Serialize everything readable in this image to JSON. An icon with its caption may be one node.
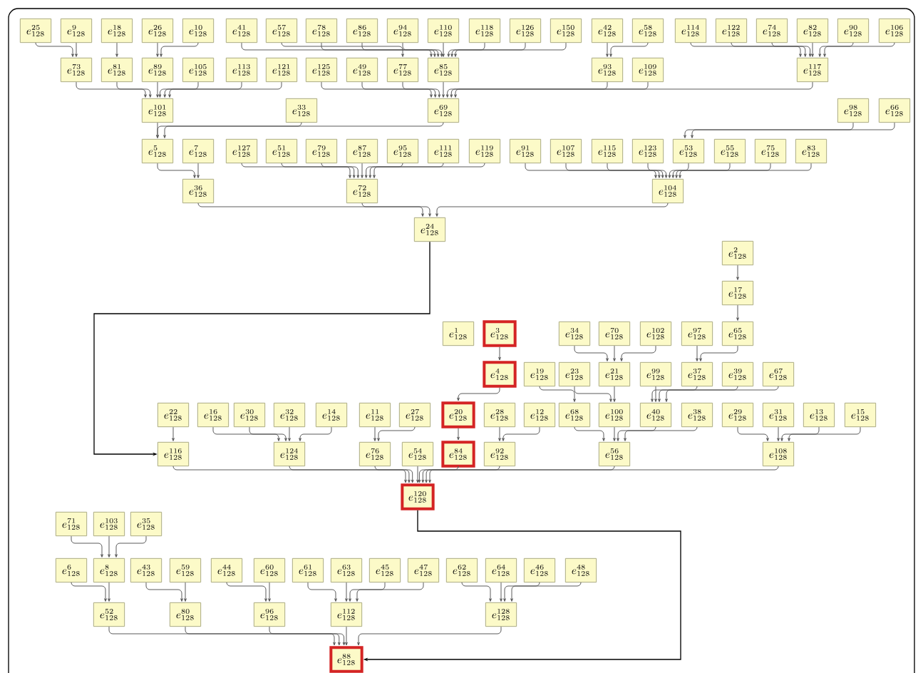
{
  "diagram": {
    "nodes": [
      {
        "text": [
          "e^{25}_{128}"
        ]
      },
      {
        "text": [
          "e^{9}_{128}"
        ]
      },
      {
        "text": [
          "e^{18}_{128}"
        ]
      },
      {
        "text": [
          "e^{26}_{128}"
        ]
      },
      {
        "text": [
          "e^{10}_{128}"
        ]
      },
      {
        "text": [
          "e^{41}_{128}"
        ]
      },
      {
        "text": [
          "e^{57}_{128}"
        ]
      },
      {
        "text": [
          "e^{78}_{128}"
        ]
      },
      {
        "text": [
          "e^{86}_{128}"
        ]
      },
      {
        "text": [
          "e^{94}_{128}"
        ]
      },
      {
        "text": [
          "e^{110}_{128}"
        ]
      },
      {
        "text": [
          "e^{118}_{128}"
        ]
      },
      {
        "text": [
          "e^{126}_{128}"
        ]
      },
      {
        "text": [
          "e^{150}_{128}"
        ]
      },
      {
        "text": [
          "e^{42}_{128}"
        ]
      },
      {
        "text": [
          "e^{58}_{128}"
        ]
      },
      {
        "text": [
          "e^{114}_{128}"
        ]
      },
      {
        "text": [
          "e^{122}_{128}"
        ]
      },
      {
        "text": [
          "e^{74}_{128}"
        ]
      },
      {
        "text": [
          "e^{82}_{128}"
        ]
      },
      {
        "text": [
          "e^{90}_{128}"
        ]
      },
      {
        "text": [
          "e^{106}_{128}"
        ]
      },
      {
        "text": [
          "e^{73}_{128}"
        ]
      },
      {
        "text": [
          "e^{81}_{128}"
        ]
      },
      {
        "text": [
          "e^{89}_{128}"
        ]
      },
      {
        "text": [
          "e^{105}_{128}"
        ]
      },
      {
        "text": [
          "e^{113}_{128}"
        ]
      },
      {
        "text": [
          "e^{121}_{128}"
        ]
      },
      {
        "text": [
          "e^{125}_{128}"
        ]
      },
      {
        "text": [
          "e^{49}_{128}"
        ]
      },
      {
        "text": [
          "e^{77}_{128}"
        ]
      },
      {
        "text": [
          "e^{85}_{128}"
        ]
      },
      {
        "text": [
          "e^{93}_{128}"
        ]
      },
      {
        "text": [
          "e^{109}_{128}"
        ]
      },
      {
        "text": [
          "e^{117}_{128}"
        ]
      },
      {
        "text": [
          "e^{101}_{128}"
        ]
      },
      {
        "text": [
          "e^{33}_{128}"
        ]
      },
      {
        "text": [
          "e^{69}_{128}"
        ]
      },
      {
        "text": [
          "e^{98}_{128}"
        ]
      },
      {
        "text": [
          "e^{66}_{128}"
        ]
      },
      {
        "text": [
          "e^{5}_{128}"
        ]
      },
      {
        "text": [
          "e^{7}_{128}"
        ]
      },
      {
        "text": [
          "e^{127}_{128}"
        ]
      },
      {
        "text": [
          "e^{51}_{128}"
        ]
      },
      {
        "text": [
          "e^{79}_{128}"
        ]
      },
      {
        "text": [
          "e^{87}_{128}"
        ]
      },
      {
        "text": [
          "e^{95}_{128}"
        ]
      },
      {
        "text": [
          "e^{111}_{128}"
        ]
      },
      {
        "text": [
          "e^{119}_{128}"
        ]
      },
      {
        "text": [
          "e^{91}_{128}"
        ]
      },
      {
        "text": [
          "e^{107}_{128}"
        ]
      },
      {
        "text": [
          "e^{115}_{128}"
        ]
      },
      {
        "text": [
          "e^{123}_{128}"
        ]
      },
      {
        "text": [
          "e^{53}_{128}"
        ]
      },
      {
        "text": [
          "e^{55}_{128}"
        ]
      },
      {
        "text": [
          "e^{75}_{128}"
        ]
      },
      {
        "text": [
          "e^{83}_{128}"
        ]
      },
      {
        "text": [
          "e^{36}_{128}"
        ]
      },
      {
        "text": [
          "e^{72}_{128}"
        ]
      },
      {
        "text": [
          "e^{104}_{128}"
        ]
      },
      {
        "text": [
          "e^{24}_{128}"
        ]
      },
      {
        "text": [
          "e^{2}_{128}"
        ]
      },
      {
        "text": [
          "e^{17}_{128}"
        ]
      },
      {
        "text": [
          "e^{1}_{128}"
        ]
      },
      {
        "text": [
          "e^{3}_{128}"
        ]
      },
      {
        "text": [
          "e^{34}_{128}"
        ]
      },
      {
        "text": [
          "e^{70}_{128}"
        ]
      },
      {
        "text": [
          "e^{102}_{128}"
        ]
      },
      {
        "text": [
          "e^{97}_{128}"
        ]
      },
      {
        "text": [
          "e^{65}_{128}"
        ]
      },
      {
        "text": [
          "e^{4}_{128}"
        ]
      },
      {
        "text": [
          "e^{19}_{128}"
        ]
      },
      {
        "text": [
          "e^{23}_{128}"
        ]
      },
      {
        "text": [
          "e^{21}_{128}"
        ]
      },
      {
        "text": [
          "e^{99}_{128}"
        ]
      },
      {
        "text": [
          "e^{37}_{128}"
        ]
      },
      {
        "text": [
          "e^{39}_{128}"
        ]
      },
      {
        "text": [
          "e^{67}_{128}"
        ]
      },
      {
        "text": [
          "e^{22}_{128}"
        ]
      },
      {
        "text": [
          "e^{16}_{128}"
        ]
      },
      {
        "text": [
          "e^{30}_{128}"
        ]
      },
      {
        "text": [
          "e^{32}_{128}"
        ]
      },
      {
        "text": [
          "e^{14}_{128}"
        ]
      },
      {
        "text": [
          "e^{11}_{128}"
        ]
      },
      {
        "text": [
          "e^{27}_{128}"
        ]
      },
      {
        "text": [
          "e^{20}_{128}"
        ]
      },
      {
        "text": [
          "e^{28}_{128}"
        ]
      },
      {
        "text": [
          "e^{12}_{128}"
        ]
      },
      {
        "text": [
          "e^{68}_{128}"
        ]
      },
      {
        "text": [
          "e^{100}_{128}"
        ]
      },
      {
        "text": [
          "e^{40}_{128}"
        ]
      },
      {
        "text": [
          "e^{38}_{128}"
        ]
      },
      {
        "text": [
          "e^{29}_{128}"
        ]
      },
      {
        "text": [
          "e^{31}_{128}"
        ]
      },
      {
        "text": [
          "e^{13}_{128}"
        ]
      },
      {
        "text": [
          "e^{15}_{128}"
        ]
      },
      {
        "text": [
          "e^{116}_{128}"
        ]
      },
      {
        "text": [
          "e^{124}_{128}"
        ]
      },
      {
        "text": [
          "e^{76}_{128}"
        ]
      },
      {
        "text": [
          "e^{54}_{128}"
        ]
      },
      {
        "text": [
          "e^{84}_{128}"
        ]
      },
      {
        "text": [
          "e^{92}_{128}"
        ]
      },
      {
        "text": [
          "e^{56}_{128}"
        ]
      },
      {
        "text": [
          "e^{108}_{128}"
        ]
      },
      {
        "text": [
          "e^{120}_{128}"
        ]
      },
      {
        "text": [
          "e^{71}_{128}"
        ]
      },
      {
        "text": [
          "e^{103}_{128}"
        ]
      },
      {
        "text": [
          "e^{35}_{128}"
        ]
      },
      {
        "text": [
          "e^{6}_{128}"
        ]
      },
      {
        "text": [
          "e^{8}_{128}"
        ]
      },
      {
        "text": [
          "e^{43}_{128}"
        ]
      },
      {
        "text": [
          "e^{59}_{128}"
        ]
      },
      {
        "text": [
          "e^{44}_{128}"
        ]
      },
      {
        "text": [
          "e^{60}_{128}"
        ]
      },
      {
        "text": [
          "e^{61}_{128}"
        ]
      },
      {
        "text": [
          "e^{63}_{128}"
        ]
      },
      {
        "text": [
          "e^{45}_{128}"
        ]
      },
      {
        "text": [
          "e^{47}_{128}"
        ]
      },
      {
        "text": [
          "e^{62}_{128}"
        ]
      },
      {
        "text": [
          "e^{64}_{128}"
        ]
      },
      {
        "text": [
          "e^{46}_{128}"
        ]
      },
      {
        "text": [
          "e^{48}_{128}"
        ]
      },
      {
        "text": [
          "e^{52}_{128}"
        ]
      },
      {
        "text": [
          "e^{80}_{128}"
        ]
      },
      {
        "text": [
          "e^{96}_{128}"
        ]
      },
      {
        "text": [
          "e^{112}_{128}"
        ]
      },
      {
        "text": [
          "e^{128}_{128}"
        ]
      },
      {
        "text": [
          "e^{88}_{128}"
        ]
      }
    ],
    "edges": [
      {
        "from": 0,
        "to": 22,
        "arrow": "to"
      },
      {
        "from": 1,
        "to": 22,
        "arrow": "to"
      },
      {
        "from": 2,
        "to": 23,
        "arrow": "to"
      },
      {
        "from": 3,
        "to": 24,
        "arrow": "to"
      },
      {
        "from": 4,
        "to": 24,
        "arrow": "to"
      },
      {
        "from": 6,
        "to": 30,
        "arrow": "to"
      },
      {
        "from": 5,
        "to": 31,
        "arrow": "to"
      },
      {
        "from": 7,
        "to": 31,
        "arrow": "to"
      },
      {
        "from": 8,
        "to": 31,
        "arrow": "to"
      },
      {
        "from": 9,
        "to": 31,
        "arrow": "to"
      },
      {
        "from": 10,
        "to": 31,
        "arrow": "to"
      },
      {
        "from": 11,
        "to": 31,
        "arrow": "to"
      },
      {
        "from": 12,
        "to": 31,
        "arrow": "to"
      },
      {
        "from": 13,
        "to": 31,
        "arrow": "to"
      },
      {
        "from": 14,
        "to": 32,
        "arrow": "to"
      },
      {
        "from": 15,
        "to": 32,
        "arrow": "to"
      },
      {
        "from": 16,
        "to": 34,
        "arrow": "to"
      },
      {
        "from": 17,
        "to": 34,
        "arrow": "to"
      },
      {
        "from": 18,
        "to": 34,
        "arrow": "to"
      },
      {
        "from": 19,
        "to": 34,
        "arrow": "to"
      },
      {
        "from": 20,
        "to": 34,
        "arrow": "to"
      },
      {
        "from": 21,
        "to": 34,
        "arrow": "to"
      },
      {
        "from": 22,
        "to": 35,
        "arrow": "to"
      },
      {
        "from": 23,
        "to": 35,
        "arrow": "to"
      },
      {
        "from": 24,
        "to": 35,
        "arrow": "to"
      },
      {
        "from": 25,
        "to": 35,
        "arrow": "to"
      },
      {
        "from": 26,
        "to": 35,
        "arrow": "to"
      },
      {
        "from": 27,
        "to": 35,
        "arrow": "to"
      },
      {
        "from": 28,
        "to": 37,
        "arrow": "to"
      },
      {
        "from": 29,
        "to": 37,
        "arrow": "to"
      },
      {
        "from": 30,
        "to": 37,
        "arrow": "to"
      },
      {
        "from": 31,
        "to": 37,
        "arrow": "to"
      },
      {
        "from": 32,
        "to": 37,
        "arrow": "to"
      },
      {
        "from": 33,
        "to": 37,
        "arrow": "to"
      },
      {
        "from": 34,
        "to": 37,
        "arrow": "to"
      },
      {
        "from": 35,
        "to": 40,
        "arrow": "to"
      },
      {
        "from": 36,
        "to": 40,
        "arrow": "to"
      },
      {
        "from": 37,
        "to": 40,
        "arrow": "to"
      },
      {
        "from": 38,
        "to": 53,
        "arrow": "to"
      },
      {
        "from": 39,
        "to": 53,
        "arrow": "to"
      },
      {
        "from": 40,
        "to": 57,
        "arrow": "to"
      },
      {
        "from": 41,
        "to": 57,
        "arrow": "to"
      },
      {
        "from": 42,
        "to": 58,
        "arrow": "to"
      },
      {
        "from": 43,
        "to": 58,
        "arrow": "to"
      },
      {
        "from": 44,
        "to": 58,
        "arrow": "to"
      },
      {
        "from": 45,
        "to": 58,
        "arrow": "to"
      },
      {
        "from": 46,
        "to": 58,
        "arrow": "to"
      },
      {
        "from": 47,
        "to": 58,
        "arrow": "to"
      },
      {
        "from": 48,
        "to": 58,
        "arrow": "to"
      },
      {
        "from": 49,
        "to": 59,
        "arrow": "to"
      },
      {
        "from": 50,
        "to": 59,
        "arrow": "to"
      },
      {
        "from": 51,
        "to": 59,
        "arrow": "to"
      },
      {
        "from": 52,
        "to": 59,
        "arrow": "to"
      },
      {
        "from": 53,
        "to": 59,
        "arrow": "to"
      },
      {
        "from": 54,
        "to": 59,
        "arrow": "to"
      },
      {
        "from": 55,
        "to": 59,
        "arrow": "to"
      },
      {
        "from": 56,
        "to": 59,
        "arrow": "to"
      },
      {
        "from": 57,
        "to": 60,
        "arrow": "to"
      },
      {
        "from": 58,
        "to": 60,
        "arrow": "to"
      },
      {
        "from": 59,
        "to": 60,
        "arrow": "to"
      },
      {
        "from": 60,
        "to": 96,
        "arrow": "to",
        "color": "#000000"
      },
      {
        "from": 61,
        "to": 62,
        "arrow": "to"
      },
      {
        "from": 62,
        "to": 69,
        "arrow": "to"
      },
      {
        "from": 64,
        "to": 70,
        "arrow": "to"
      },
      {
        "from": 65,
        "to": 73,
        "arrow": "to"
      },
      {
        "from": 66,
        "to": 73,
        "arrow": "to"
      },
      {
        "from": 67,
        "to": 73,
        "arrow": "to"
      },
      {
        "from": 68,
        "to": 75,
        "arrow": "to"
      },
      {
        "from": 69,
        "to": 75,
        "arrow": "to"
      },
      {
        "from": 70,
        "to": 85,
        "arrow": "to"
      },
      {
        "from": 71,
        "to": 88,
        "arrow": "to"
      },
      {
        "from": 72,
        "to": 89,
        "arrow": "to"
      },
      {
        "from": 73,
        "to": 89,
        "arrow": "to"
      },
      {
        "from": 74,
        "to": 90,
        "arrow": "to"
      },
      {
        "from": 75,
        "to": 90,
        "arrow": "to"
      },
      {
        "from": 76,
        "to": 90,
        "arrow": "to"
      },
      {
        "from": 77,
        "to": 90,
        "arrow": "to"
      },
      {
        "from": 78,
        "to": 96,
        "arrow": "to"
      },
      {
        "from": 79,
        "to": 97,
        "arrow": "to"
      },
      {
        "from": 80,
        "to": 97,
        "arrow": "to"
      },
      {
        "from": 81,
        "to": 97,
        "arrow": "to"
      },
      {
        "from": 82,
        "to": 97,
        "arrow": "to"
      },
      {
        "from": 83,
        "to": 98,
        "arrow": "to"
      },
      {
        "from": 84,
        "to": 98,
        "arrow": "to"
      },
      {
        "from": 85,
        "to": 100,
        "arrow": "to"
      },
      {
        "from": 86,
        "to": 101,
        "arrow": "to"
      },
      {
        "from": 87,
        "to": 101,
        "arrow": "to"
      },
      {
        "from": 88,
        "to": 102,
        "arrow": "to"
      },
      {
        "from": 89,
        "to": 102,
        "arrow": "to"
      },
      {
        "from": 90,
        "to": 102,
        "arrow": "to"
      },
      {
        "from": 91,
        "to": 102,
        "arrow": "to"
      },
      {
        "from": 92,
        "to": 103,
        "arrow": "to"
      },
      {
        "from": 93,
        "to": 103,
        "arrow": "to"
      },
      {
        "from": 94,
        "to": 103,
        "arrow": "to"
      },
      {
        "from": 95,
        "to": 103,
        "arrow": "to"
      },
      {
        "from": 96,
        "to": 104,
        "arrow": "to"
      },
      {
        "from": 97,
        "to": 104,
        "arrow": "to"
      },
      {
        "from": 98,
        "to": 104,
        "arrow": "to"
      },
      {
        "from": 99,
        "to": 104,
        "arrow": "to"
      },
      {
        "from": 100,
        "to": 104,
        "arrow": "to"
      },
      {
        "from": 101,
        "to": 104,
        "arrow": "to"
      },
      {
        "from": 102,
        "to": 104,
        "arrow": "to"
      },
      {
        "from": 103,
        "to": 104,
        "arrow": "to"
      },
      {
        "from": 104,
        "to": 127,
        "arrow": "to",
        "color": "#000000"
      },
      {
        "from": 105,
        "to": 109,
        "arrow": "to"
      },
      {
        "from": 106,
        "to": 109,
        "arrow": "to"
      },
      {
        "from": 107,
        "to": 109,
        "arrow": "to"
      },
      {
        "from": 108,
        "to": 122,
        "arrow": "to"
      },
      {
        "from": 109,
        "to": 122,
        "arrow": "to"
      },
      {
        "from": 110,
        "to": 123,
        "arrow": "to"
      },
      {
        "from": 111,
        "to": 123,
        "arrow": "to"
      },
      {
        "from": 112,
        "to": 124,
        "arrow": "to"
      },
      {
        "from": 113,
        "to": 124,
        "arrow": "to"
      },
      {
        "from": 114,
        "to": 125,
        "arrow": "to"
      },
      {
        "from": 115,
        "to": 125,
        "arrow": "to"
      },
      {
        "from": 116,
        "to": 125,
        "arrow": "to"
      },
      {
        "from": 117,
        "to": 125,
        "arrow": "to"
      },
      {
        "from": 118,
        "to": 126,
        "arrow": "to"
      },
      {
        "from": 119,
        "to": 126,
        "arrow": "to"
      },
      {
        "from": 120,
        "to": 126,
        "arrow": "to"
      },
      {
        "from": 121,
        "to": 126,
        "arrow": "to"
      },
      {
        "from": 122,
        "to": 127,
        "arrow": "to"
      },
      {
        "from": 123,
        "to": 127,
        "arrow": "to"
      },
      {
        "from": 124,
        "to": 127,
        "arrow": "to"
      },
      {
        "from": 125,
        "to": 127,
        "arrow": "to"
      },
      {
        "from": 126,
        "to": 127,
        "arrow": "to"
      }
    ]
  }
}
